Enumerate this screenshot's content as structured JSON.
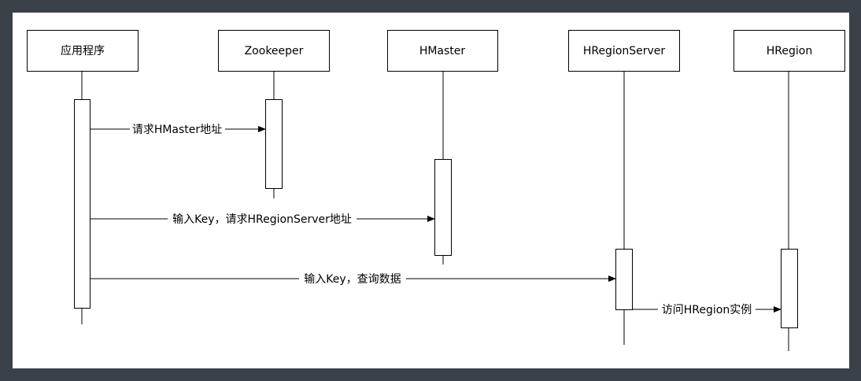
{
  "diagram": {
    "participants": [
      {
        "id": "app",
        "label": "应用程序"
      },
      {
        "id": "zookeeper",
        "label": "Zookeeper"
      },
      {
        "id": "hmaster",
        "label": "HMaster"
      },
      {
        "id": "hregionserver",
        "label": "HRegionServer"
      },
      {
        "id": "hregion",
        "label": "HRegion"
      }
    ],
    "messages": [
      {
        "from": "app",
        "to": "zookeeper",
        "label": "请求HMaster地址"
      },
      {
        "from": "app",
        "to": "hmaster",
        "label": "输入Key，请求HRegionServer地址"
      },
      {
        "from": "app",
        "to": "hregionserver",
        "label": "输入Key，查询数据"
      },
      {
        "from": "hregionserver",
        "to": "hregion",
        "label": "访问HRegion实例"
      }
    ]
  }
}
